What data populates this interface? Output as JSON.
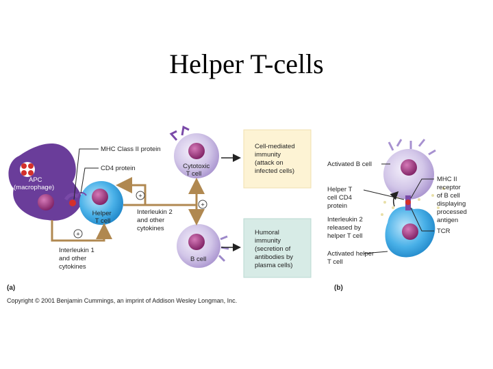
{
  "title": "Helper T-cells",
  "panel_a": {
    "panel_label": "(a)",
    "apc_label": [
      "APC",
      "(macrophage)"
    ],
    "mhc_label": "MHC Class II protein",
    "cd4_label": "CD4 protein",
    "helper_label": [
      "Helper",
      "T cell"
    ],
    "cytotoxic_label": [
      "Cytotoxic",
      "T cell"
    ],
    "bcell_label": "B cell",
    "il2_label": [
      "Interleukin 2",
      "and other",
      "cytokines"
    ],
    "il1_label": [
      "Interleukin 1",
      "and other",
      "cytokines"
    ],
    "plus": "+",
    "cell_mediated": [
      "Cell-mediated",
      "immunity",
      "(attack on",
      "infected cells)"
    ],
    "humoral": [
      "Humoral",
      "immunity",
      "(secretion of",
      "antibodies by",
      "plasma cells)"
    ]
  },
  "panel_b": {
    "panel_label": "(b)",
    "activated_b": "Activated B cell",
    "cd4": [
      "Helper T",
      "cell CD4",
      "protein"
    ],
    "il2": [
      "Interleukin 2",
      "released by",
      "helper T cell"
    ],
    "activated_helper": [
      "Activated helper",
      "T cell"
    ],
    "mhc": [
      "MHC II",
      "receptor",
      "of B cell",
      "displaying",
      "processed",
      "antigen"
    ],
    "tcr": "TCR"
  },
  "copyright": "Copyright © 2001 Benjamin Cummings, an imprint of Addison Wesley Longman, Inc.",
  "colors": {
    "apc": "#6a3d9a",
    "helper": "#3aa0dc",
    "cytotoxic": "#b9aad8",
    "arrow": "#b08850",
    "cell_mediated_box": "#fdf3d4",
    "humoral_box": "#d7ebe6"
  }
}
